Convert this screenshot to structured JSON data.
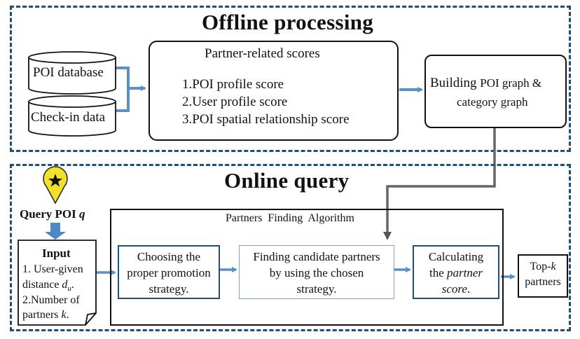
{
  "offline": {
    "title": "Offline processing",
    "poi_database": "POI database",
    "checkin_data": "Check-in data",
    "scores_title": "Partner-related scores",
    "scores": [
      "1.POI profile score",
      "2.User profile score",
      "3.POI spatial relationship score"
    ],
    "graph_line1_a": "Building ",
    "graph_line1_b": "POI graph &",
    "graph_line2": "category graph"
  },
  "online": {
    "title": "Online query",
    "query_label": "Query POI ",
    "query_var": "q",
    "input_title": "Input",
    "input_lines": [
      "1. User-given",
      "distance ",
      "2.Number of",
      "partners "
    ],
    "input_var_d": "d",
    "input_var_d_sub": "u",
    "input_var_k": "k",
    "algo_title": "Partners  Finding  Algorithm",
    "step1": [
      "Choosing the",
      "proper promotion",
      "strategy."
    ],
    "step2": [
      "Finding candidate partners",
      "by using the chosen",
      "strategy."
    ],
    "step3_line1": "Calculating",
    "step3_line2_a": "the ",
    "step3_line2_b": "partner",
    "step3_line3": "score",
    "step3_line3_end": ".",
    "topk_a": "Top-",
    "topk_var": "k",
    "topk_b": "partners"
  },
  "colors": {
    "frame": "#1f4e79",
    "arrow_blue": "#5b8fc7",
    "arrow_gray": "#666666",
    "pin": "#f2e12a"
  }
}
